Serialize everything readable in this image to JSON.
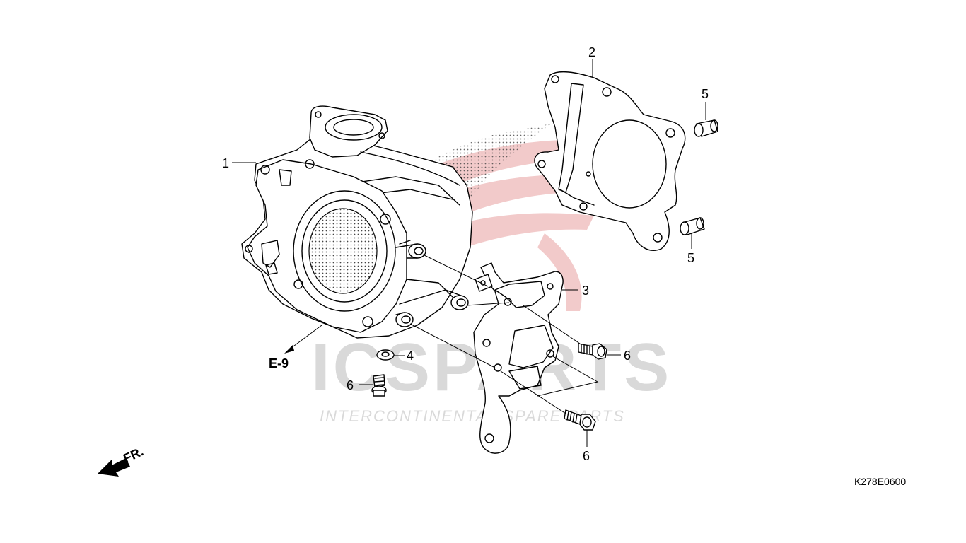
{
  "watermark": {
    "brand": "ICSPARTS",
    "tagline": "INTERCONTINENTAL SPARE PARTS",
    "accent_color": "#e8a0a0",
    "text_color": "#d9d9d9"
  },
  "callouts": {
    "c1": "1",
    "c2": "2",
    "c3": "3",
    "c4": "4",
    "c5a": "5",
    "c5b": "5",
    "c6a": "6",
    "c6b": "6",
    "c6c": "6"
  },
  "reference": "E-9",
  "front_label": "FR.",
  "diagram_code": "K278E0600",
  "icons": [
    "front-arrow-icon",
    "reference-arrow-icon"
  ]
}
